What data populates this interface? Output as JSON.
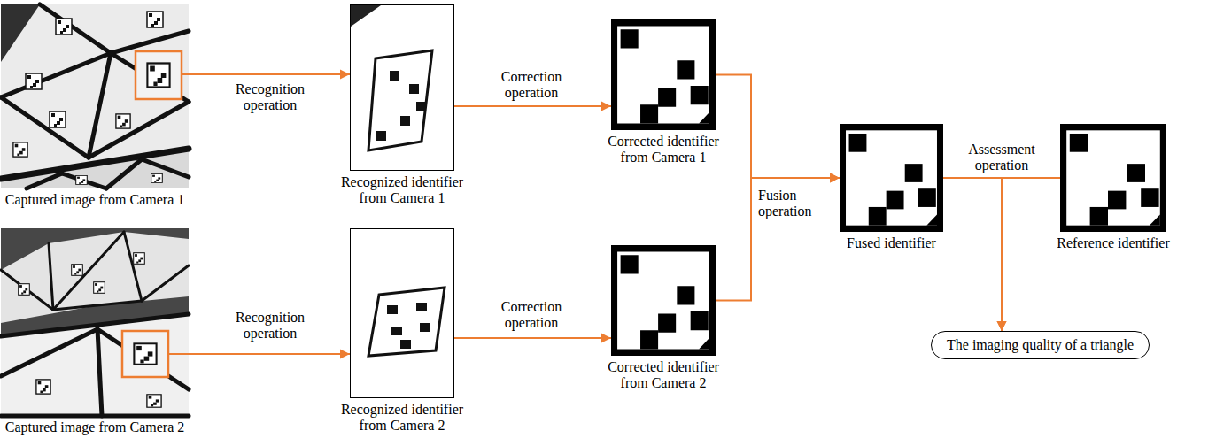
{
  "diagram": {
    "nodes": [
      {
        "text": [
          "Captured image from Camera 1"
        ]
      },
      {
        "text": [
          "Recognized identifier from Camera 1"
        ]
      },
      {
        "text": [
          "Corrected identifier from Camera 1"
        ]
      },
      {
        "text": [
          "Captured image from Camera 2"
        ]
      },
      {
        "text": [
          "Recognized identifier from Camera 2"
        ]
      },
      {
        "text": [
          "Corrected identifier from Camera 2"
        ]
      },
      {
        "text": [
          "Fused identifier"
        ]
      },
      {
        "text": [
          "Reference identifier"
        ]
      },
      {
        "text": [
          "The imaging quality of a triangle"
        ]
      }
    ],
    "edges": [
      {
        "from": 0,
        "to": 1,
        "arrow": "to",
        "label": "Recognition operation"
      },
      {
        "from": 1,
        "to": 2,
        "arrow": "to",
        "label": "Correction operation"
      },
      {
        "from": 3,
        "to": 4,
        "arrow": "to",
        "label": "Recognition operation"
      },
      {
        "from": 4,
        "to": 5,
        "arrow": "to",
        "label": "Correction operation"
      },
      {
        "from": 2,
        "to": 6,
        "arrow": "to",
        "label": "Fusion operation"
      },
      {
        "from": 5,
        "to": 6,
        "arrow": "to"
      },
      {
        "from": 6,
        "to": 7,
        "arrow": "none",
        "label": "Assessment operation"
      },
      {
        "from": 6,
        "to": 8,
        "arrow": "to"
      },
      {
        "from": 7,
        "to": 8,
        "arrow": "to"
      }
    ]
  }
}
